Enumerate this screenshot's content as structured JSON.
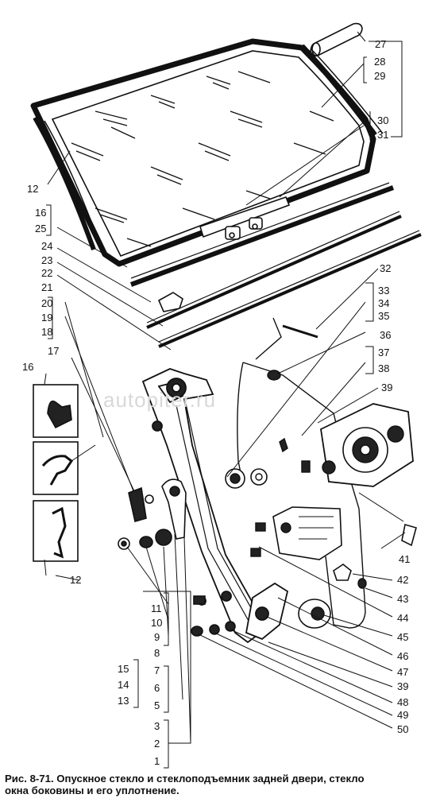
{
  "figure": {
    "caption_line1": "Рис. 8-71. Опускное стекло и стеклоподъемник задней двери, стекло",
    "caption_line2": "окна боковины и его уплотнение.",
    "watermark": "autopiter.ru"
  },
  "callouts": [
    {
      "id": "c27",
      "text": "27"
    },
    {
      "id": "c28",
      "text": "28"
    },
    {
      "id": "c29",
      "text": "29"
    },
    {
      "id": "c30",
      "text": "30"
    },
    {
      "id": "c31",
      "text": "31"
    },
    {
      "id": "c12a",
      "text": "12"
    },
    {
      "id": "c16a",
      "text": "16"
    },
    {
      "id": "c25",
      "text": "25"
    },
    {
      "id": "c24",
      "text": "24"
    },
    {
      "id": "c23",
      "text": "23"
    },
    {
      "id": "c22",
      "text": "22"
    },
    {
      "id": "c21",
      "text": "21"
    },
    {
      "id": "c20",
      "text": "20"
    },
    {
      "id": "c19",
      "text": "19"
    },
    {
      "id": "c18",
      "text": "18"
    },
    {
      "id": "c17",
      "text": "17"
    },
    {
      "id": "c16b",
      "text": "16"
    },
    {
      "id": "c12b",
      "text": "12"
    },
    {
      "id": "c32",
      "text": "32"
    },
    {
      "id": "c33",
      "text": "33"
    },
    {
      "id": "c34",
      "text": "34"
    },
    {
      "id": "c35",
      "text": "35"
    },
    {
      "id": "c36",
      "text": "36"
    },
    {
      "id": "c37",
      "text": "37"
    },
    {
      "id": "c38",
      "text": "38"
    },
    {
      "id": "c39a",
      "text": "39"
    },
    {
      "id": "c41",
      "text": "41"
    },
    {
      "id": "c42",
      "text": "42"
    },
    {
      "id": "c43",
      "text": "43"
    },
    {
      "id": "c44",
      "text": "44"
    },
    {
      "id": "c45",
      "text": "45"
    },
    {
      "id": "c46",
      "text": "46"
    },
    {
      "id": "c47",
      "text": "47"
    },
    {
      "id": "c39b",
      "text": "39"
    },
    {
      "id": "c48",
      "text": "48"
    },
    {
      "id": "c49",
      "text": "49"
    },
    {
      "id": "c50",
      "text": "50"
    },
    {
      "id": "c11",
      "text": "11"
    },
    {
      "id": "c10",
      "text": "10"
    },
    {
      "id": "c9",
      "text": "9"
    },
    {
      "id": "c8",
      "text": "8"
    },
    {
      "id": "c15",
      "text": "15"
    },
    {
      "id": "c14",
      "text": "14"
    },
    {
      "id": "c13",
      "text": "13"
    },
    {
      "id": "c7",
      "text": "7"
    },
    {
      "id": "c6",
      "text": "6"
    },
    {
      "id": "c5",
      "text": "5"
    },
    {
      "id": "c3",
      "text": "3"
    },
    {
      "id": "c2",
      "text": "2"
    },
    {
      "id": "c1",
      "text": "1"
    }
  ]
}
